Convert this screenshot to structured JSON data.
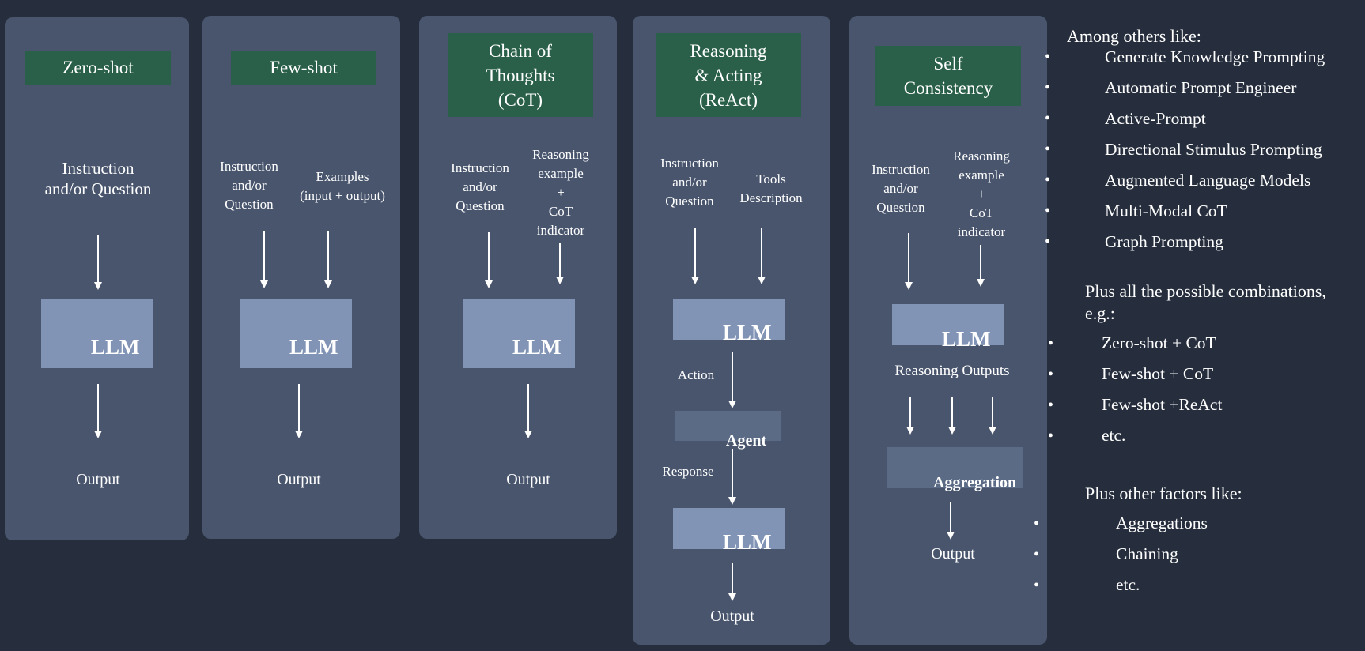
{
  "columns": [
    {
      "title": "Zero-shot",
      "inputs": [
        "Instruction\nand/or Question"
      ],
      "llm": "LLM",
      "output": "Output"
    },
    {
      "title": "Few-shot",
      "inputs": [
        "Instruction\nand/or\nQuestion",
        "Examples\n(input + output)"
      ],
      "llm": "LLM",
      "output": "Output"
    },
    {
      "title": "Chain of\nThoughts\n(CoT)",
      "inputs": [
        "Instruction\nand/or\nQuestion",
        "Reasoning\nexample\n+\nCoT\nindicator"
      ],
      "llm": "LLM",
      "output": "Output"
    },
    {
      "title": "Reasoning\n& Acting\n(ReAct)",
      "inputs": [
        "Instruction\nand/or\nQuestion",
        "Tools\nDescription"
      ],
      "llm": "LLM",
      "action": "Action",
      "agent": "Agent",
      "response": "Response",
      "llm2": "LLM",
      "output": "Output"
    },
    {
      "title": "Self\nConsistency",
      "inputs": [
        "Instruction\nand/or\nQuestion",
        "Reasoning\nexample\n+\nCoT\nindicator"
      ],
      "llm": "LLM",
      "reasoning_outputs": "Reasoning Outputs",
      "aggregation": "Aggregation",
      "output": "Output"
    }
  ],
  "sidebar": {
    "others_heading": "Among others like:",
    "others": [
      "Generate Knowledge Prompting",
      "Automatic Prompt Engineer",
      "Active-Prompt",
      "Directional Stimulus Prompting",
      "Augmented Language Models",
      "Multi-Modal CoT",
      "Graph Prompting"
    ],
    "combos_heading": "Plus all the possible combinations,\ne.g.:",
    "combos": [
      "Zero-shot + CoT",
      "Few-shot + CoT",
      "Few-shot +ReAct",
      "etc."
    ],
    "factors_heading": "Plus other factors like:",
    "factors": [
      "Aggregations",
      "Chaining",
      "etc."
    ]
  },
  "colors": {
    "background": "#262e3d",
    "panel": "#48556d",
    "title_box": "#2a6049",
    "llm_box": "#8194b5",
    "agent_box": "#5c6b85"
  }
}
